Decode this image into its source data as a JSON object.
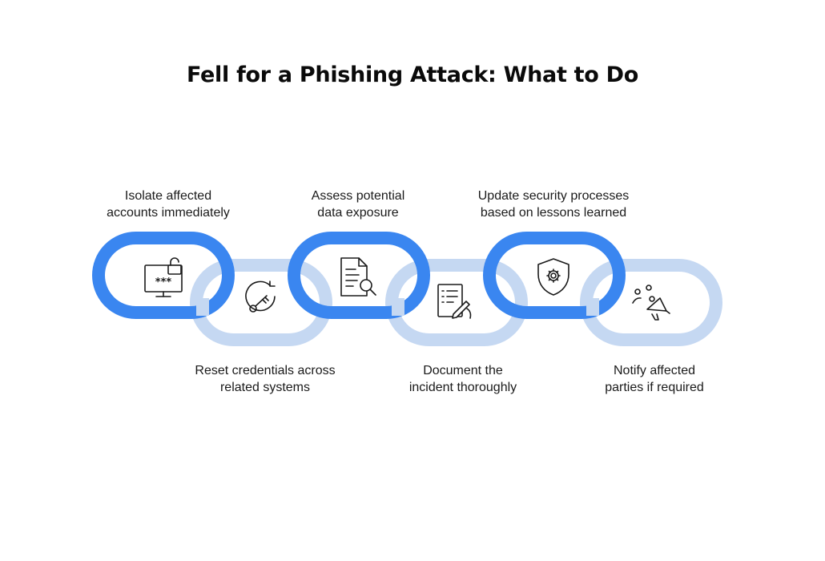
{
  "title": "Fell for a Phishing Attack: What to Do",
  "colors": {
    "dark_link": "#3a86f0",
    "light_link": "#c5d8f2",
    "icon_stroke": "#1a1a1a"
  },
  "steps": [
    {
      "line1": "Isolate affected",
      "line2": "accounts immediately",
      "icon": "locked-computer-icon",
      "position": "top"
    },
    {
      "line1": "Reset credentials across",
      "line2": "related systems",
      "icon": "key-reset-icon",
      "position": "bottom"
    },
    {
      "line1": "Assess potential",
      "line2": "data exposure",
      "icon": "document-search-icon",
      "position": "top"
    },
    {
      "line1": "Document the",
      "line2": "incident thoroughly",
      "icon": "document-sign-icon",
      "position": "bottom"
    },
    {
      "line1": "Update security processes",
      "line2": "based on lessons learned",
      "icon": "shield-gear-icon",
      "position": "top"
    },
    {
      "line1": "Notify affected",
      "line2": "parties if required",
      "icon": "megaphone-icon",
      "position": "bottom"
    }
  ]
}
